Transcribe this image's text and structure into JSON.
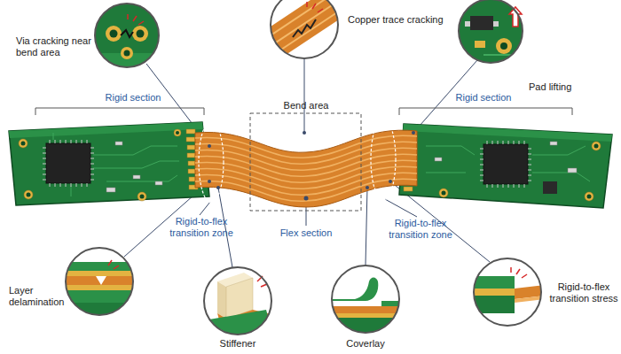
{
  "diagram": {
    "labels": [
      "Copper trace cracking",
      "Via cracking near bend area",
      "Pad lifting",
      "Bend area",
      "Rigid section",
      "Rigid section",
      "Rigid-to-flex transition zone",
      "Flex section",
      "Rigid-to-flex transition zone",
      "Layer delamination",
      "Stiffener",
      "Coverlay",
      "Rigid-to-flex transition stress"
    ]
  }
}
